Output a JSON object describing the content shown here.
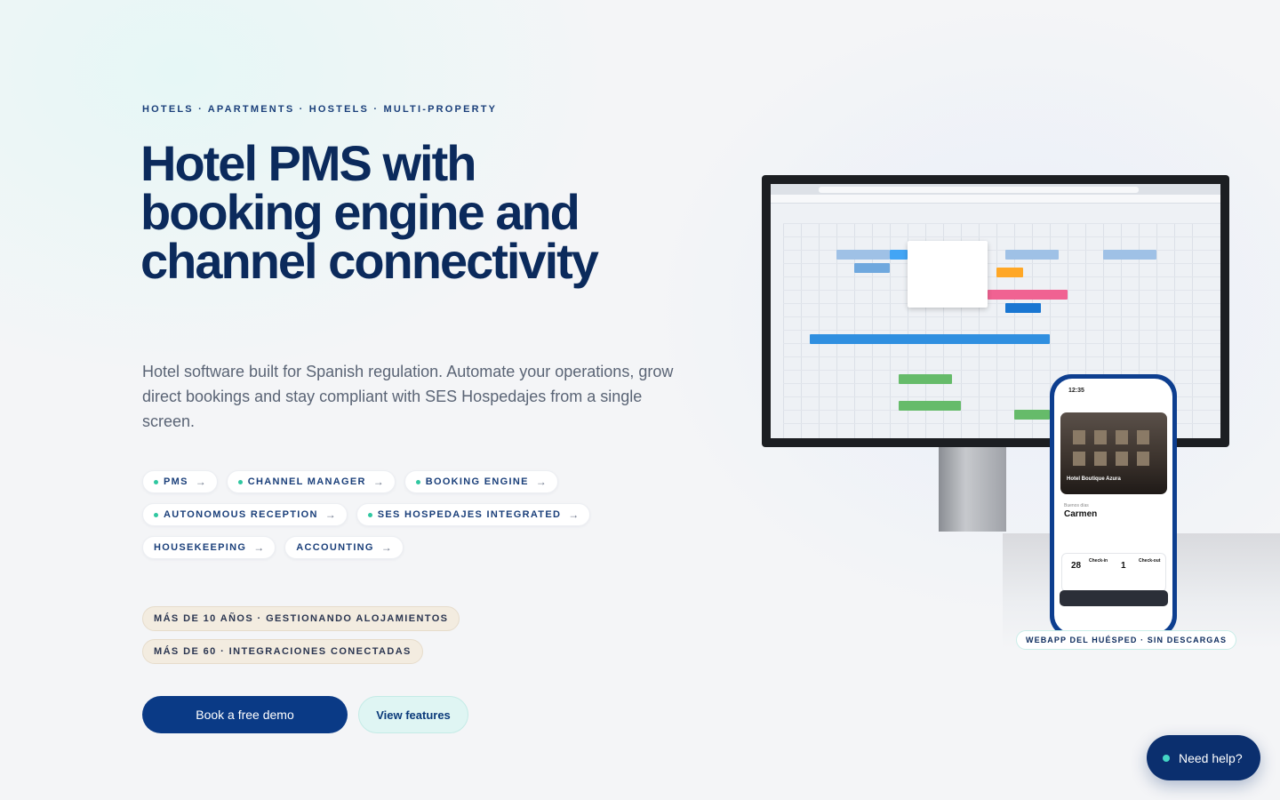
{
  "hero": {
    "eyebrow": "HOTELS · APARTMENTS · HOSTELS · MULTI-PROPERTY",
    "headline": "Hotel PMS with booking engine and channel connectivity",
    "subtext": "Hotel software built for Spanish regulation. Automate your operations, grow direct bookings and stay compliant with SES Hospedajes from a single screen."
  },
  "features": [
    {
      "label": "PMS",
      "dot": true
    },
    {
      "label": "CHANNEL MANAGER",
      "dot": true
    },
    {
      "label": "BOOKING ENGINE",
      "dot": true
    },
    {
      "label": "AUTONOMOUS RECEPTION",
      "dot": true
    },
    {
      "label": "SES HOSPEDAJES INTEGRATED",
      "dot": true
    },
    {
      "label": "HOUSEKEEPING",
      "dot": false
    },
    {
      "label": "ACCOUNTING",
      "dot": false
    }
  ],
  "badges": [
    "MÁS DE 10 AÑOS · GESTIONANDO ALOJAMIENTOS",
    "MÁS DE 60 · INTEGRACIONES CONECTADAS"
  ],
  "cta": {
    "primary": "Book a free demo",
    "secondary": "View features"
  },
  "phone": {
    "time": "12:35",
    "hotel_name": "Hotel Boutique Azura",
    "guest_greeting": "Buenos días",
    "guest_name": "Carmen",
    "check_in_day": "28",
    "check_in_label": "Check-in",
    "check_out_day": "1",
    "check_out_label": "Check-out",
    "caption": "WEBAPP DEL HUÉSPED · SIN DESCARGAS"
  },
  "help": {
    "label": "Need help?"
  },
  "colors": {
    "primary": "#0a3a86",
    "accent": "#2fc7a0",
    "headline": "#0b2a5c"
  }
}
